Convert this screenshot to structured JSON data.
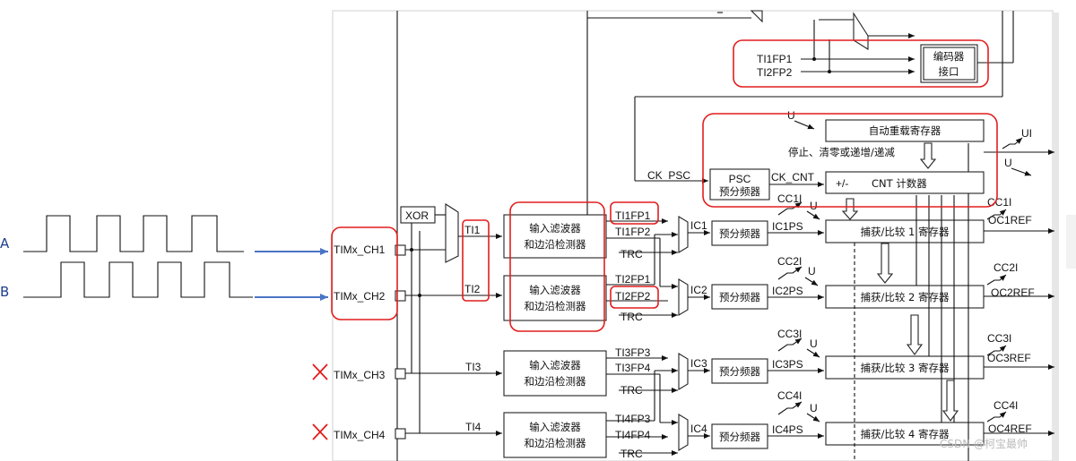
{
  "waves": {
    "a_label": "A",
    "b_label": "B"
  },
  "pins": {
    "ch1": "TIMx_CH1",
    "ch2": "TIMx_CH2",
    "ch3": "TIMx_CH3",
    "ch4": "TIMx_CH4"
  },
  "xor": "XOR",
  "signals": {
    "ti1": "TI1",
    "ti2": "TI2",
    "ti3": "TI3",
    "ti4": "TI4"
  },
  "filter": {
    "line1": "输入滤波器",
    "line2": "和边沿检测器"
  },
  "tifp": {
    "ti1fp1": "TI1FP1",
    "ti1fp2": "TI1FP2",
    "ti2fp1": "TI2FP1",
    "ti2fp2": "TI2FP2",
    "ti3fp3": "TI3FP3",
    "ti3fp4": "TI3FP4",
    "ti4fp3": "TI4FP3",
    "ti4fp4": "TI4FP4",
    "trc": "TRC"
  },
  "ic": {
    "ic1": "IC1",
    "ic2": "IC2",
    "ic3": "IC3",
    "ic4": "IC4"
  },
  "prescaler": "预分频器",
  "icps": {
    "ic1ps": "IC1PS",
    "ic2ps": "IC2PS",
    "ic3ps": "IC3PS",
    "ic4ps": "IC4PS"
  },
  "capture": {
    "r1": "捕获/比较 1 寄存器",
    "r2": "捕获/比较 2 寄存器",
    "r3": "捕获/比较 3 寄存器",
    "r4": "捕获/比较 4 寄存器"
  },
  "ccI": {
    "cc1i": "CC1I",
    "cc2i": "CC2I",
    "cc3i": "CC3I",
    "cc4i": "CC4I"
  },
  "ocref": {
    "oc1": "OC1REF",
    "oc2": "OC2REF",
    "oc3": "OC3REF",
    "oc4": "OC4REF"
  },
  "u": "U",
  "ui": "UI",
  "encoder": {
    "in1": "TI1FP1",
    "in2": "TI2FP2",
    "line1": "编码器",
    "line2": "接口"
  },
  "counter": {
    "arr": "自动重载寄存器",
    "note": "停止、清零或递增/递减",
    "psc_title": "PSC",
    "psc_sub": "预分频器",
    "ck_psc": "CK_PSC",
    "ck_cnt": "CK_CNT",
    "pm": "+/-",
    "cnt": "CNT 计数器"
  },
  "watermark": "CSDN @柯宝最帅"
}
